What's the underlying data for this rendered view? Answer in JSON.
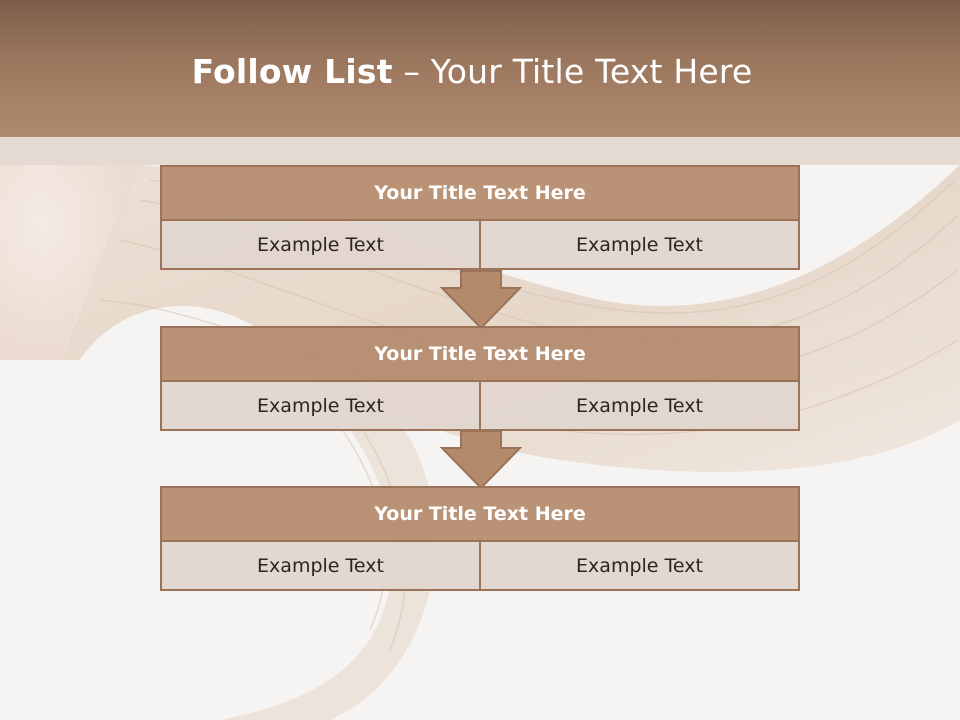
{
  "slide": {
    "title_bold": "Follow List",
    "title_rest": " – Your Title Text Here"
  },
  "steps": [
    {
      "title": "Your Title Text Here",
      "left": "Example Text",
      "right": "Example Text"
    },
    {
      "title": "Your Title Text Here",
      "left": "Example Text",
      "right": "Example Text"
    },
    {
      "title": "Your Title Text Here",
      "left": "Example Text",
      "right": "Example Text"
    }
  ],
  "colors": {
    "header": "#9b775e",
    "box_title": "#b48a6c",
    "box_border": "#9b7359",
    "cell": "#e2d6cf"
  }
}
